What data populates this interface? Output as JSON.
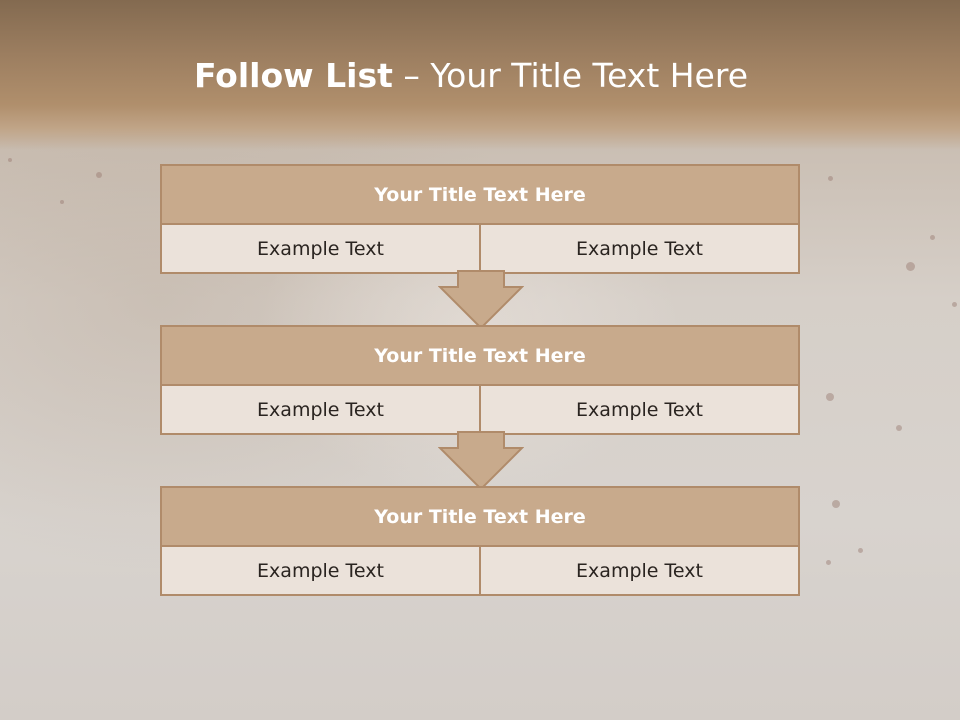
{
  "slide": {
    "title_bold": "Follow List",
    "title_rest": "– Your Title Text Here",
    "steps": [
      {
        "heading": "Your Title Text Here",
        "left": "Example Text",
        "right": "Example Text"
      },
      {
        "heading": "Your Title Text Here",
        "left": "Example Text",
        "right": "Example Text"
      },
      {
        "heading": "Your Title Text Here",
        "left": "Example Text",
        "right": "Example Text"
      }
    ]
  },
  "colors": {
    "header_brown": "#9c7e60",
    "box_header": "#c8aa8c",
    "box_border": "#b08b6a",
    "box_cell": "#ebe2da",
    "arrow_fill": "#c8aa8c"
  }
}
